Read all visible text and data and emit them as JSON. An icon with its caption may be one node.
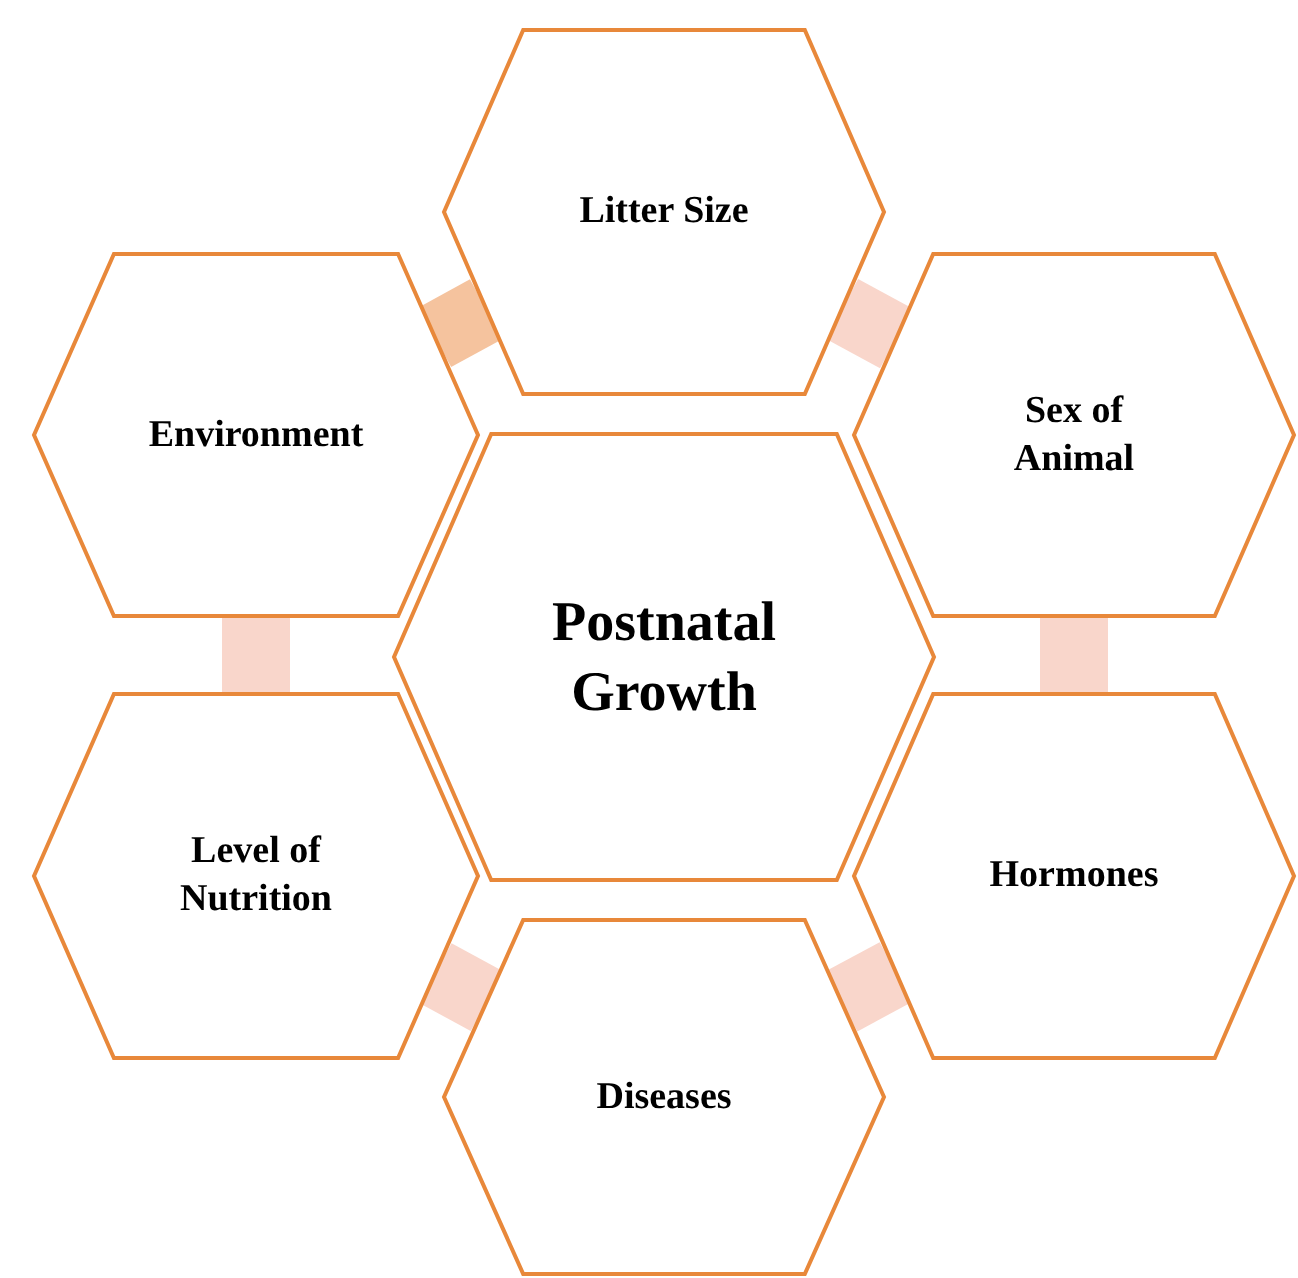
{
  "diagram": {
    "nodes": [
      {
        "text": [
          "Postnatal Growth"
        ]
      },
      {
        "text": [
          "Litter Size"
        ]
      },
      {
        "text": [
          "Sex of Animal"
        ]
      },
      {
        "text": [
          "Hormones"
        ]
      },
      {
        "text": [
          "Diseases"
        ]
      },
      {
        "text": [
          "Level of Nutrition"
        ]
      },
      {
        "text": [
          "Environment"
        ]
      }
    ],
    "edges": [
      {
        "from": 1,
        "to": 2,
        "arrow": "none"
      },
      {
        "from": 2,
        "to": 3,
        "arrow": "none"
      },
      {
        "from": 3,
        "to": 4,
        "arrow": "none"
      },
      {
        "from": 4,
        "to": 5,
        "arrow": "none"
      },
      {
        "from": 5,
        "to": 6,
        "arrow": "none"
      },
      {
        "from": 6,
        "to": 1,
        "arrow": "none",
        "color": "#f5c39e"
      }
    ]
  }
}
